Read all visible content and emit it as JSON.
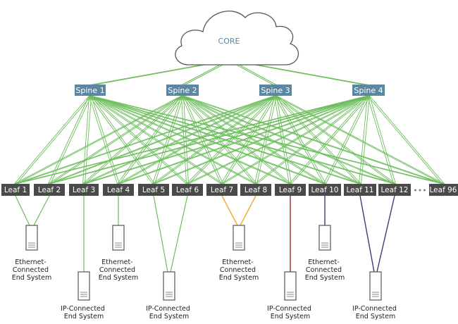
{
  "core": {
    "label": "CORE"
  },
  "spines": [
    {
      "label": "Spine 1"
    },
    {
      "label": "Spine 2"
    },
    {
      "label": "Spine 3"
    },
    {
      "label": "Spine 4"
    }
  ],
  "leaves": [
    {
      "label": "Leaf 1"
    },
    {
      "label": "Leaf 2"
    },
    {
      "label": "Leaf 3"
    },
    {
      "label": "Leaf 4"
    },
    {
      "label": "Leaf 5"
    },
    {
      "label": "Leaf 6"
    },
    {
      "label": "Leaf 7"
    },
    {
      "label": "Leaf 8"
    },
    {
      "label": "Leaf 9"
    },
    {
      "label": "Leaf 10"
    },
    {
      "label": "Leaf 11"
    },
    {
      "label": "Leaf 12"
    },
    {
      "label": "Leaf 96"
    }
  ],
  "ellipsis": "•••",
  "end_systems": [
    {
      "line1": "Ethernet-",
      "line2": "Connected",
      "line3": "End System"
    },
    {
      "line1": "IP-Connected",
      "line2": "End System"
    },
    {
      "line1": "Ethernet-",
      "line2": "Connected",
      "line3": "End System"
    },
    {
      "line1": "IP-Connected",
      "line2": "End System"
    },
    {
      "line1": "Ethernet-",
      "line2": "Connected",
      "line3": "End System"
    },
    {
      "line1": "IP-Connected",
      "line2": "End System"
    },
    {
      "line1": "Ethernet-",
      "line2": "Connected",
      "line3": "End System"
    },
    {
      "line1": "IP-Connected",
      "line2": "End System"
    }
  ],
  "colors": {
    "fabric": "#6cbd5c",
    "spine_box": "#5b87a3",
    "leaf_box": "#4a4a4a",
    "core_text": "#5b87a3",
    "orange": "#f2a930",
    "red": "#a0282a",
    "navy": "#3c3c7a",
    "server_stroke": "#555555"
  }
}
